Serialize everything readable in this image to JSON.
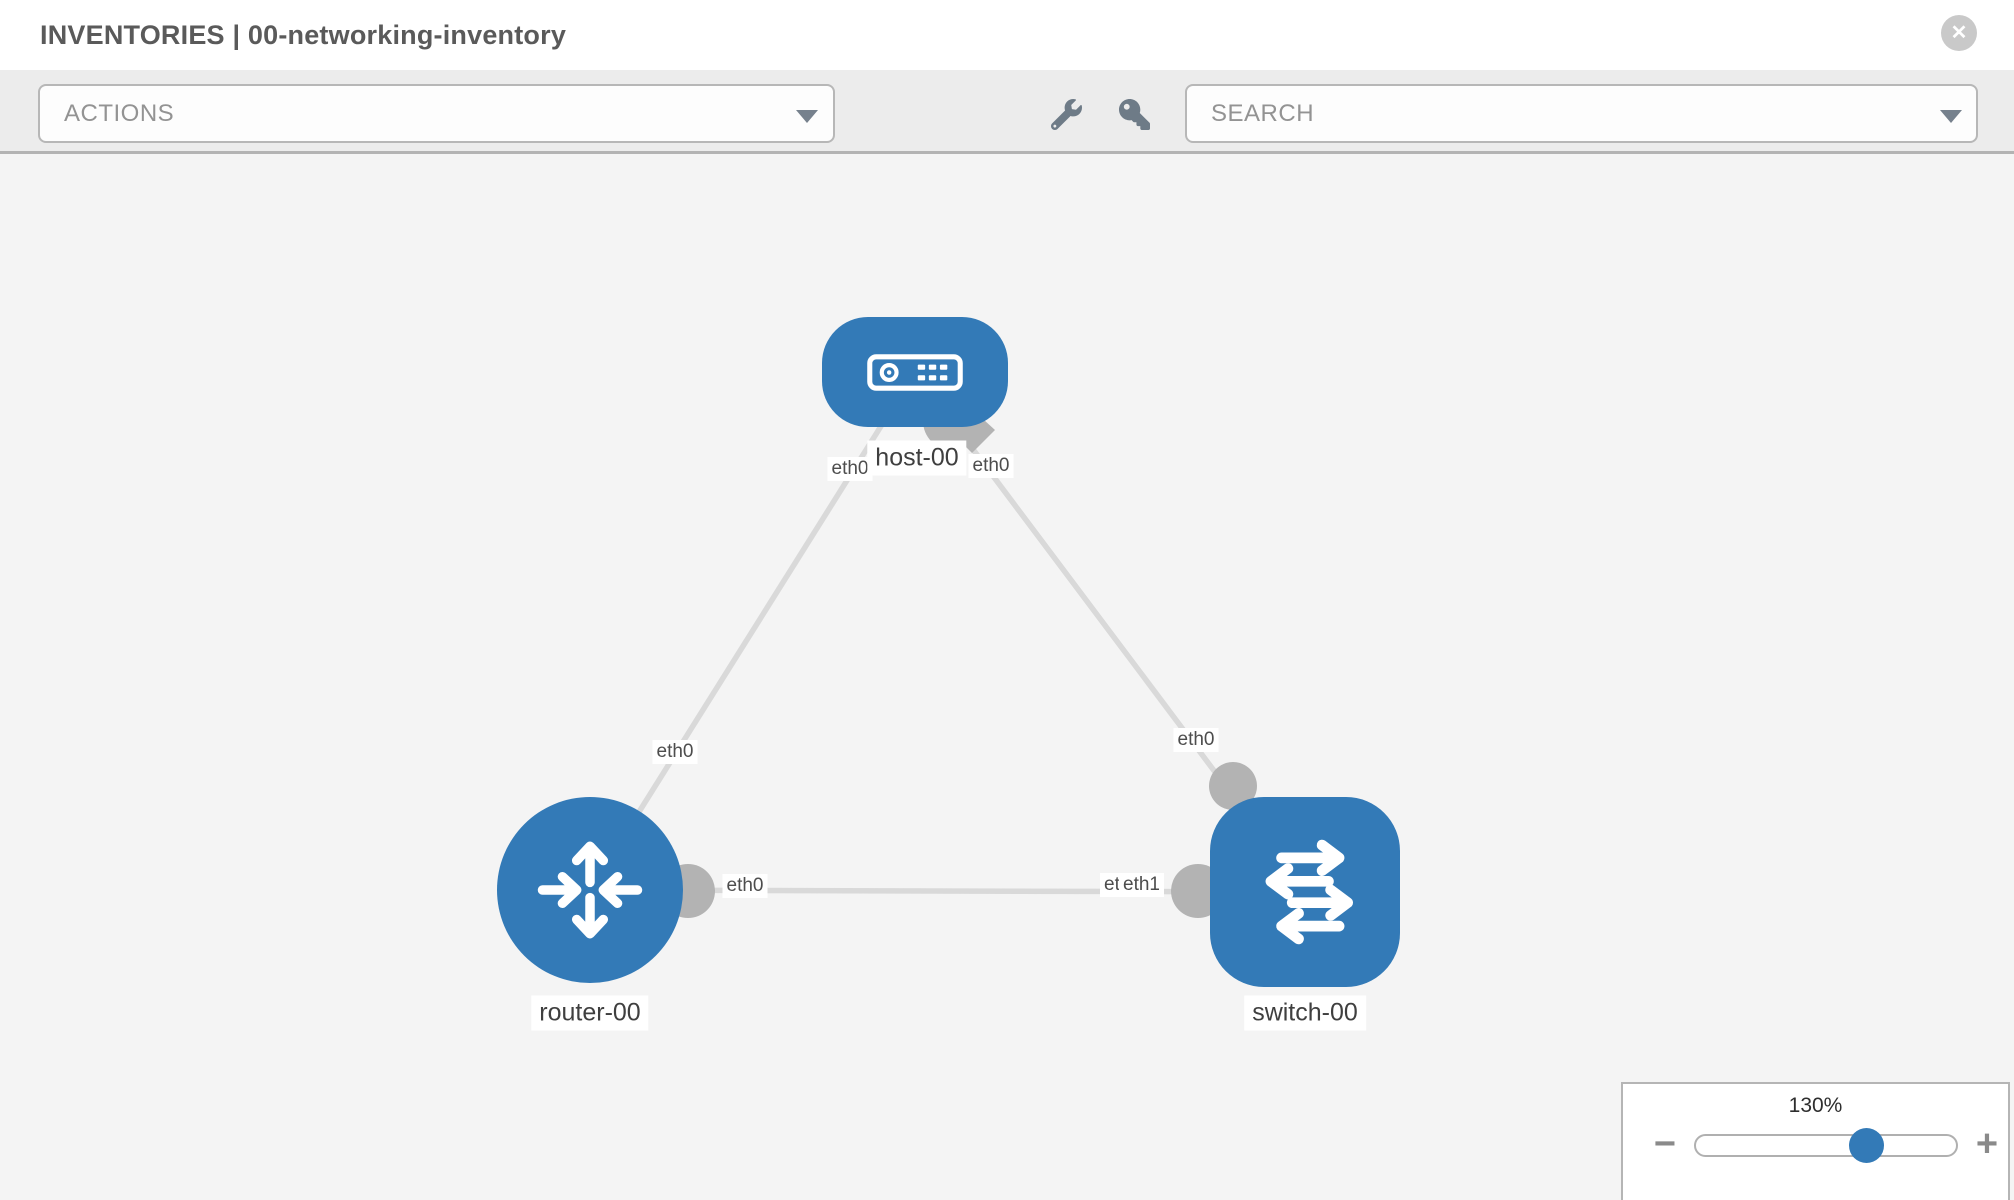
{
  "header": {
    "title": "INVENTORIES | 00-networking-inventory",
    "close_label": "✕"
  },
  "toolbar": {
    "actions_label": "ACTIONS",
    "search_label": "SEARCH",
    "icons": [
      "wrench-icon",
      "key-icon"
    ]
  },
  "diagram": {
    "nodes": [
      {
        "label": "host-00",
        "type": "host"
      },
      {
        "label": "router-00",
        "type": "router"
      },
      {
        "label": "switch-00",
        "type": "switch"
      }
    ],
    "links": [
      {
        "from": "host-00",
        "to": "router-00",
        "from_interface": "eth0",
        "to_interface": "eth0"
      },
      {
        "from": "host-00",
        "to": "switch-00",
        "from_interface": "eth0",
        "to_interface": "eth0"
      },
      {
        "from": "router-00",
        "to": "switch-00",
        "from_interface": "eth0",
        "to_interface": "eth1"
      }
    ],
    "interface_labels": [
      {
        "text": "eth0",
        "anchor": "host-left"
      },
      {
        "text": "eth0",
        "anchor": "host-right"
      },
      {
        "text": "eth0",
        "anchor": "router-top"
      },
      {
        "text": "eth0",
        "anchor": "switch-top"
      },
      {
        "text": "eth0",
        "anchor": "router-right"
      },
      {
        "text": "eth0",
        "anchor": "switch-left-under"
      },
      {
        "text": "eth1",
        "anchor": "switch-left-over"
      }
    ]
  },
  "zoom_control": {
    "level": "130%",
    "minus_label": "−",
    "plus_label": "+"
  },
  "colors": {
    "node_blue": "#337ab7",
    "link_gray": "#d9d9d9",
    "port_gray": "#b3b3b3",
    "canvas_bg": "#f4f4f4",
    "toolbar_bg": "#ececec"
  }
}
